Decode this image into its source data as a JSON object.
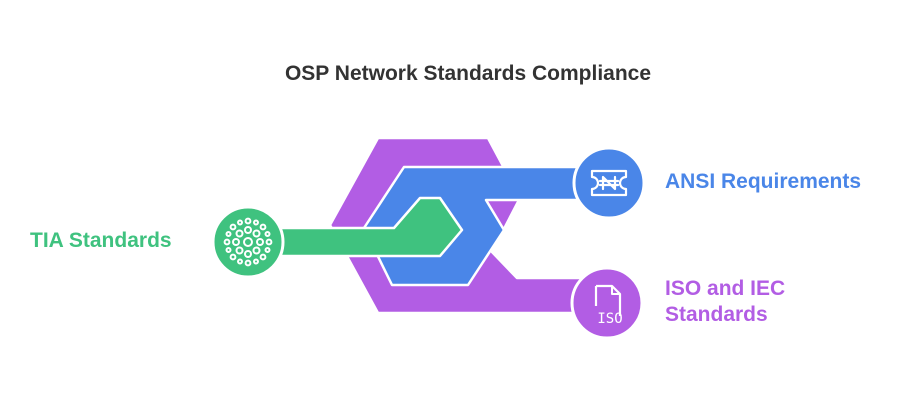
{
  "title": "OSP Network Standards Compliance",
  "nodes": {
    "tia": {
      "label": "TIA Standards",
      "color": "#3fc27f",
      "icon": "sunburst-icon"
    },
    "ansi": {
      "label": "ANSI Requirements",
      "color": "#4a86e8",
      "icon": "ticket-naira-icon"
    },
    "iso": {
      "label": "ISO and IEC Standards",
      "color": "#b25de4",
      "icon": "document-iso-icon",
      "icon_text": "ISO"
    }
  }
}
